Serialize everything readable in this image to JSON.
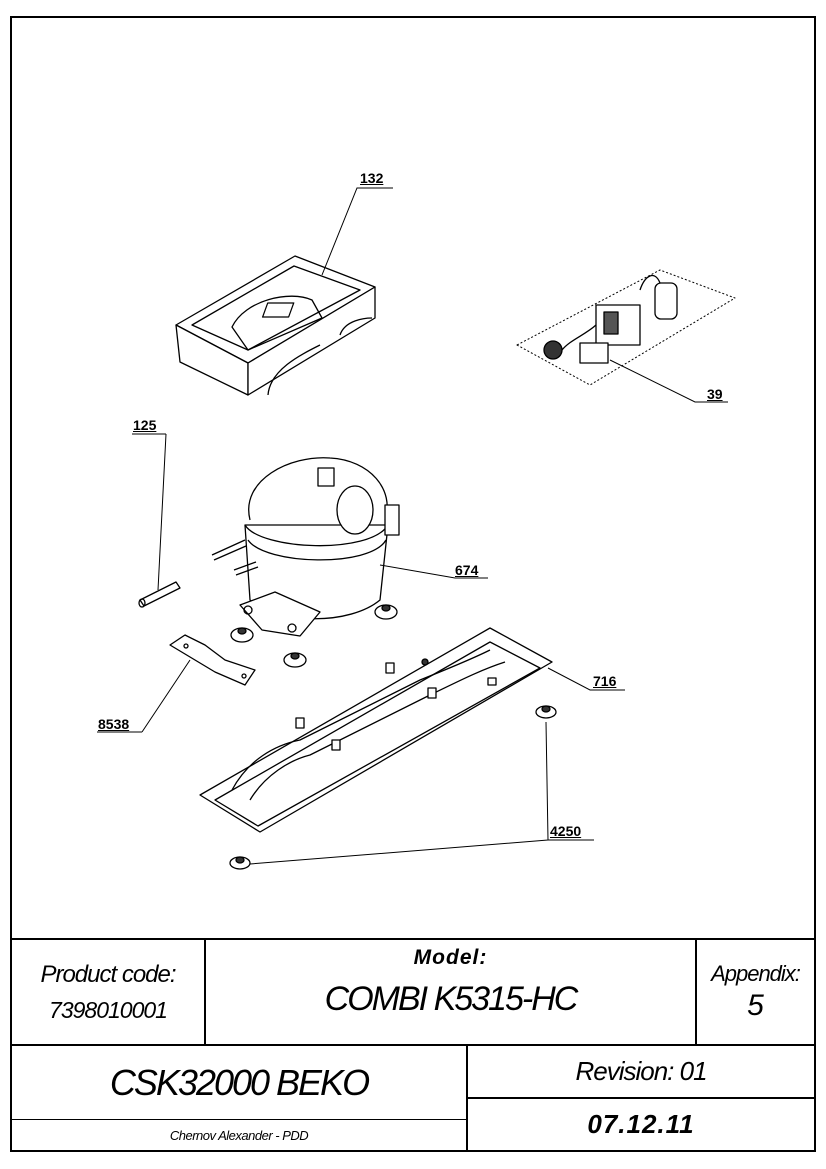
{
  "callouts": {
    "p132": "132",
    "p39": "39",
    "p125": "125",
    "p674": "674",
    "p716": "716",
    "p8538": "8538",
    "p4250": "4250"
  },
  "title_block": {
    "product_code_label": "Product code:",
    "product_code_value": "7398010001",
    "model_label": "Model:",
    "model_value": "COMBI K5315-HC",
    "appendix_label": "Appendix:",
    "appendix_value": "5",
    "assembly_name": "CSK32000 BEKO",
    "revision": "Revision: 01",
    "author": "Chernov Alexander - PDD",
    "date": "07.12.11"
  }
}
